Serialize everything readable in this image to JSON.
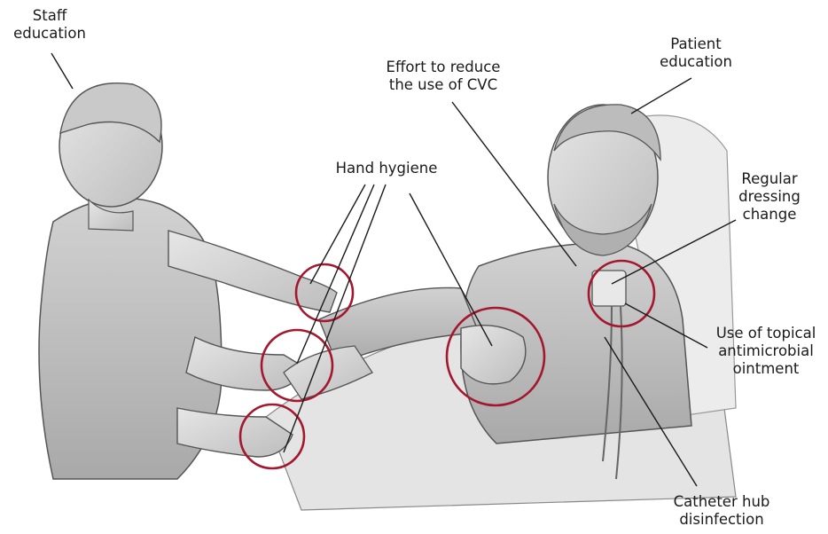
{
  "labels": {
    "staff_education": [
      "Staff",
      "education"
    ],
    "effort_cvc": [
      "Effort to reduce",
      "the use of CVC"
    ],
    "patient_education": [
      "Patient",
      "education"
    ],
    "hand_hygiene": [
      "Hand hygiene"
    ],
    "regular_dressing": [
      "Regular",
      "dressing",
      "change"
    ],
    "topical_ointment": [
      "Use of topical",
      "antimicrobial",
      "ointment"
    ],
    "catheter_hub": [
      "Catheter hub",
      "disinfection"
    ]
  },
  "colors": {
    "highlight_circle": "#a3182f",
    "leader_line": "#1a1a1a",
    "illustration_fill": "#d9d9d9",
    "illustration_stroke": "#555555"
  }
}
